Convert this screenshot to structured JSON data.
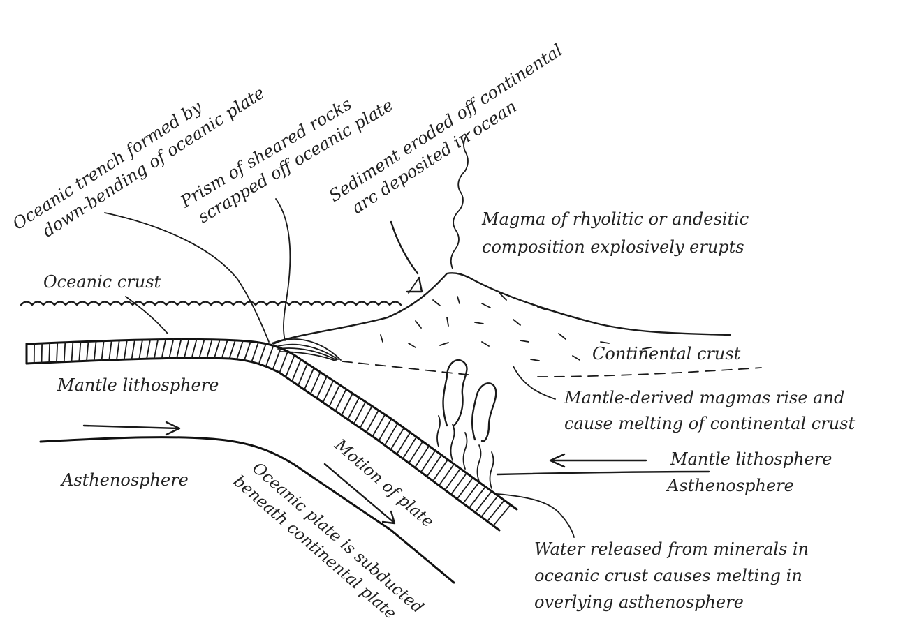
{
  "labels": {
    "oceanic_trench": [
      "Oceanic trench formed by",
      "down-bending of oceanic plate"
    ],
    "prism": [
      "Prism of sheared rocks",
      "scrapped off oceanic plate"
    ],
    "sediment": [
      "Sediment eroded off continental",
      "arc deposited in ocean"
    ],
    "magma_erupts": [
      "Magma of rhyolitic or andesitic",
      "composition explosively erupts"
    ],
    "oceanic_crust": "Oceanic crust",
    "continental_crust": "Continental crust",
    "mantle_lithosphere_left": "Mantle lithosphere",
    "mantle_derived": [
      "Mantle-derived magmas rise and",
      "cause melting of continental crust"
    ],
    "mantle_lithosphere_right": "Mantle lithosphere",
    "asthenosphere_right": "Asthenosphere",
    "asthenosphere_left": "Asthenosphere",
    "motion_of_plate": "Motion of plate",
    "subducted": [
      "Oceanic plate is subducted",
      "beneath continental plate"
    ],
    "water_released": [
      "Water released from minerals in",
      "oceanic crust causes melting in",
      "overlying asthenosphere"
    ]
  },
  "colors": {
    "ink": "#1a1a1a",
    "background": "#ffffff"
  }
}
